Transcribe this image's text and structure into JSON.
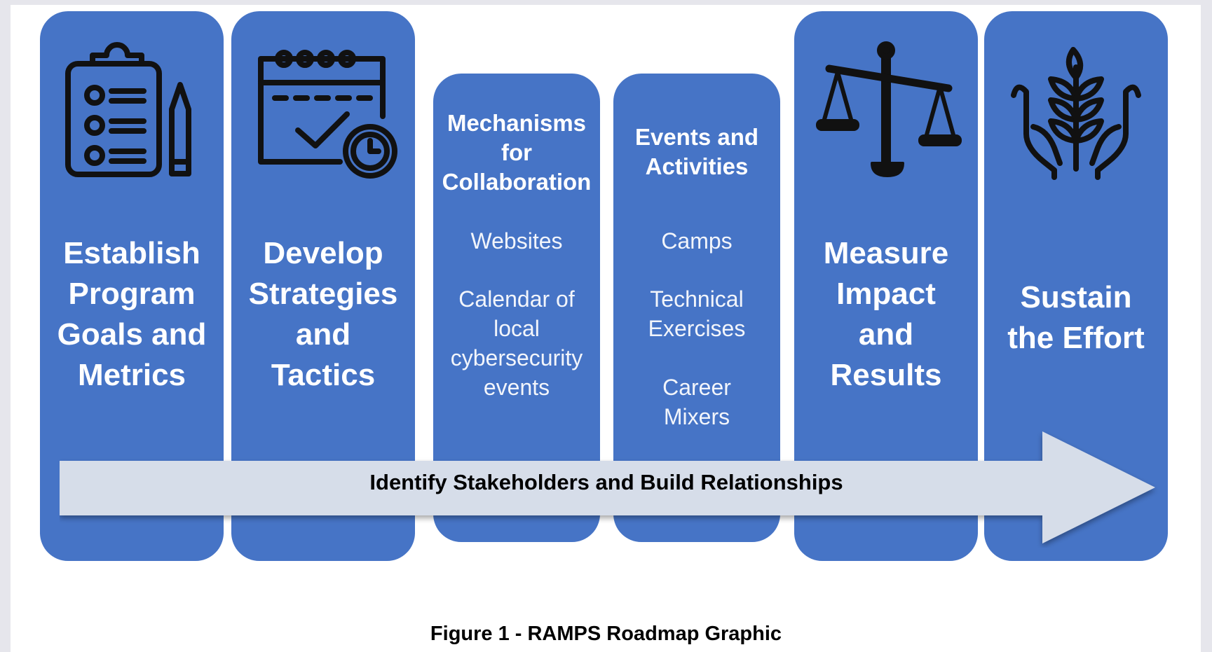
{
  "colors": {
    "pillar": "#4674c6",
    "arrow": "#d6dde9",
    "icon": "#111111",
    "text_on_pillar": "#ffffff"
  },
  "pillars": [
    {
      "icon": "clipboard-checklist-icon",
      "title_lines": [
        "Establish",
        "Program",
        "Goals and",
        "Metrics"
      ]
    },
    {
      "icon": "calendar-check-clock-icon",
      "title_lines": [
        "Develop",
        "Strategies",
        "and",
        "Tactics"
      ]
    },
    {
      "heading_lines": [
        "Mechanisms",
        "for",
        "Collaboration"
      ],
      "items": [
        [
          "Websites"
        ],
        [
          "Calendar of",
          "local",
          "cybersecurity",
          "events"
        ]
      ]
    },
    {
      "heading_lines": [
        "Events and",
        "Activities"
      ],
      "items": [
        [
          "Camps"
        ],
        [
          "Technical",
          "Exercises"
        ],
        [
          "Career",
          "Mixers"
        ]
      ]
    },
    {
      "icon": "balance-scale-icon",
      "title_lines": [
        "Measure",
        "Impact",
        "and",
        "Results"
      ]
    },
    {
      "icon": "hands-plant-icon",
      "title_lines": [
        "Sustain",
        "the Effort"
      ]
    }
  ],
  "arrow_label": "Identify Stakeholders and Build Relationships",
  "caption": "Figure 1 - RAMPS Roadmap Graphic"
}
